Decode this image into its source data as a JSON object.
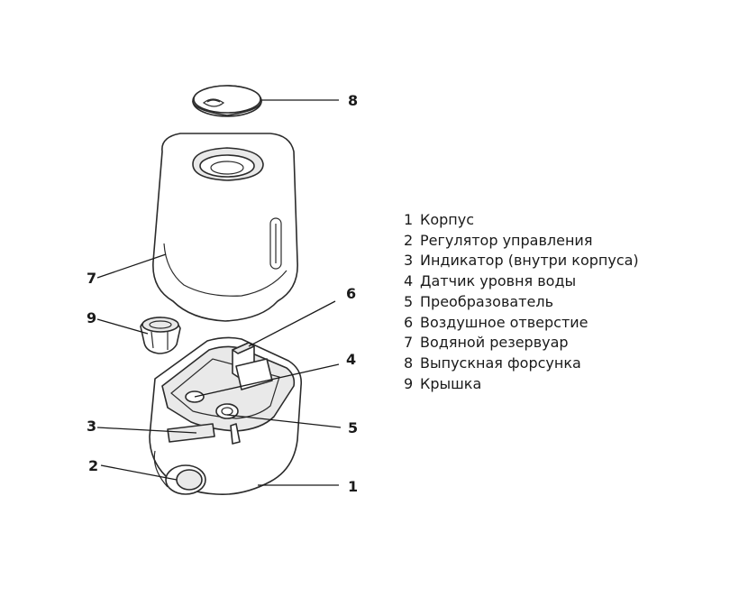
{
  "callouts": {
    "c1": "1",
    "c2": "2",
    "c3": "3",
    "c4": "4",
    "c5": "5",
    "c6": "6",
    "c7": "7",
    "c8": "8",
    "c9": "9"
  },
  "legend": [
    {
      "num": "1",
      "label": "Корпус"
    },
    {
      "num": "2",
      "label": "Регулятор управления"
    },
    {
      "num": "3",
      "label": "Индикатор (внутри корпуса)"
    },
    {
      "num": "4",
      "label": "Датчик уровня воды"
    },
    {
      "num": "5",
      "label": "Преобразователь"
    },
    {
      "num": "6",
      "label": "Воздушное отверстие"
    },
    {
      "num": "7",
      "label": "Водяной резервуар"
    },
    {
      "num": "8",
      "label": "Выпускная форсунка"
    },
    {
      "num": "9",
      "label": "Крышка"
    }
  ]
}
